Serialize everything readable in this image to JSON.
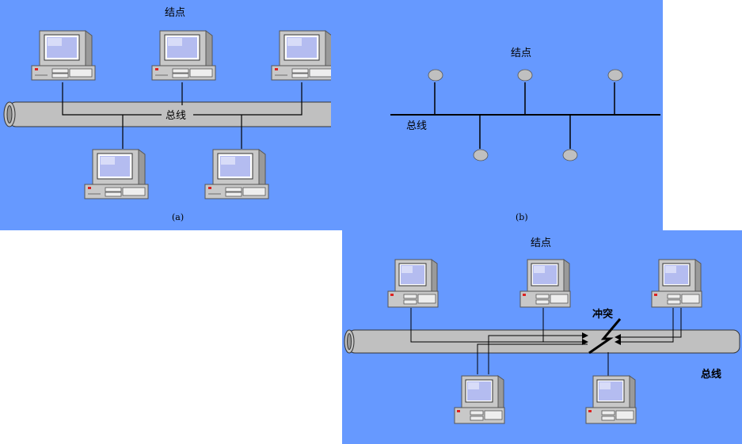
{
  "panel_a": {
    "node_label": "结点",
    "bus_label": "总线",
    "caption": "(a)"
  },
  "panel_b": {
    "node_label": "结点",
    "bus_label": "总线",
    "caption": "(b)"
  },
  "panel_c": {
    "node_label": "结点",
    "collision_label": "冲突",
    "bus_label": "总线"
  },
  "colors": {
    "panel_bg": "#6699ff",
    "bus_fill": "#c0c0c0",
    "computer_case": "#c8c8c8",
    "screen": "#b4bcf0",
    "node_fill": "#c0c0c0"
  }
}
